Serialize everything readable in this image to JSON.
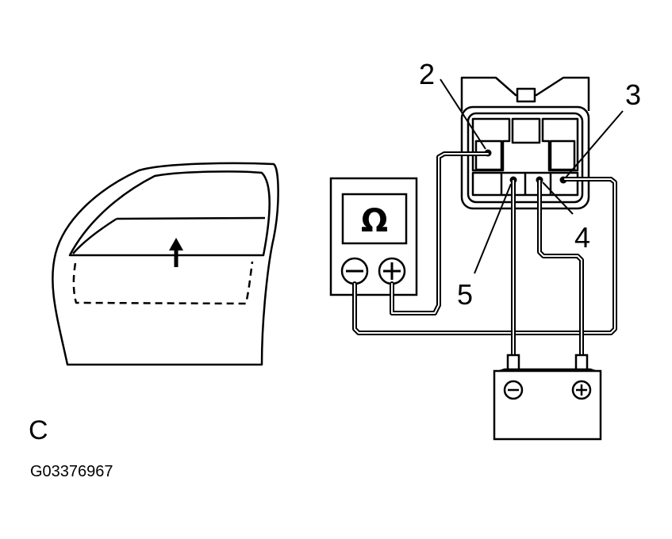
{
  "figure": {
    "panel_letter": "C",
    "figure_id": "G03376967"
  },
  "ohmmeter": {
    "symbol": "Ω",
    "negative_terminal": "minus-icon",
    "positive_terminal": "plus-icon"
  },
  "connector": {
    "pins": [
      {
        "label": "2"
      },
      {
        "label": "3"
      },
      {
        "label": "4"
      },
      {
        "label": "5"
      }
    ]
  },
  "battery": {
    "negative_terminal": "minus-icon",
    "positive_terminal": "plus-icon"
  },
  "door": {
    "window_direction": "up-arrow-icon"
  },
  "colors": {
    "ink": "#000000",
    "background": "#ffffff"
  }
}
